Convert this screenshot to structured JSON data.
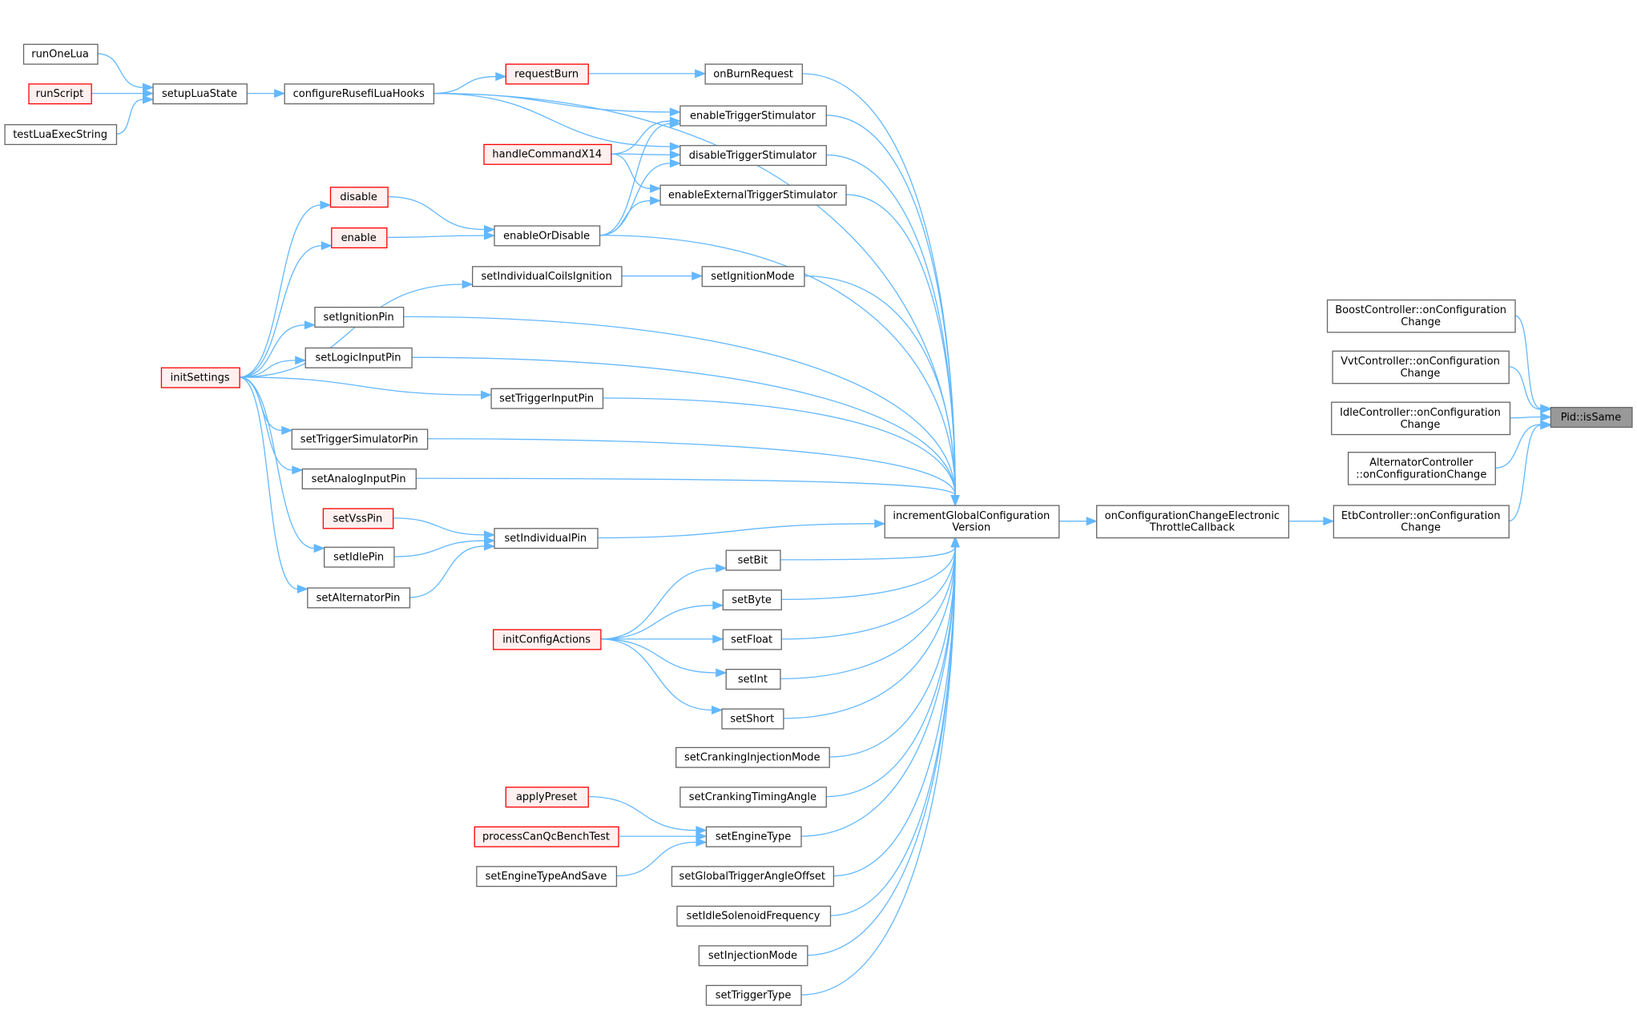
{
  "title": "Pid::isSame caller graph",
  "colors": {
    "edge": "#63b8ff",
    "red_border": "#ff0000",
    "red_fill": "#fff0f0",
    "focus_fill": "#999999",
    "border": "#666666"
  },
  "nodes": [
    {
      "id": "runOneLua",
      "label": [
        "runOneLua"
      ],
      "style": "normal"
    },
    {
      "id": "runScript",
      "label": [
        "runScript"
      ],
      "style": "red"
    },
    {
      "id": "testLuaExecString",
      "label": [
        "testLuaExecString"
      ],
      "style": "normal"
    },
    {
      "id": "setupLuaState",
      "label": [
        "setupLuaState"
      ],
      "style": "normal"
    },
    {
      "id": "configureRusefiLuaHooks",
      "label": [
        "configureRusefiLuaHooks"
      ],
      "style": "normal"
    },
    {
      "id": "requestBurn",
      "label": [
        "requestBurn"
      ],
      "style": "red"
    },
    {
      "id": "onBurnRequest",
      "label": [
        "onBurnRequest"
      ],
      "style": "normal"
    },
    {
      "id": "enableTriggerStimulator",
      "label": [
        "enableTriggerStimulator"
      ],
      "style": "normal"
    },
    {
      "id": "handleCommandX14",
      "label": [
        "handleCommandX14"
      ],
      "style": "red"
    },
    {
      "id": "disableTriggerStimulator",
      "label": [
        "disableTriggerStimulator"
      ],
      "style": "normal"
    },
    {
      "id": "enableExternalTriggerStimulator",
      "label": [
        "enableExternalTriggerStimulator"
      ],
      "style": "normal"
    },
    {
      "id": "disable",
      "label": [
        "disable"
      ],
      "style": "red"
    },
    {
      "id": "enable",
      "label": [
        "enable"
      ],
      "style": "red"
    },
    {
      "id": "enableOrDisable",
      "label": [
        "enableOrDisable"
      ],
      "style": "normal"
    },
    {
      "id": "setIndividualCoilsIgnition",
      "label": [
        "setIndividualCoilsIgnition"
      ],
      "style": "normal"
    },
    {
      "id": "setIgnitionMode",
      "label": [
        "setIgnitionMode"
      ],
      "style": "normal"
    },
    {
      "id": "setIgnitionPin",
      "label": [
        "setIgnitionPin"
      ],
      "style": "normal"
    },
    {
      "id": "setLogicInputPin",
      "label": [
        "setLogicInputPin"
      ],
      "style": "normal"
    },
    {
      "id": "initSettings",
      "label": [
        "initSettings"
      ],
      "style": "red"
    },
    {
      "id": "setTriggerInputPin",
      "label": [
        "setTriggerInputPin"
      ],
      "style": "normal"
    },
    {
      "id": "setTriggerSimulatorPin",
      "label": [
        "setTriggerSimulatorPin"
      ],
      "style": "normal"
    },
    {
      "id": "setAnalogInputPin",
      "label": [
        "setAnalogInputPin"
      ],
      "style": "normal"
    },
    {
      "id": "incrementGlobalConfigurationVersion",
      "label": [
        "incrementGlobalConfiguration",
        "Version"
      ],
      "style": "normal"
    },
    {
      "id": "setVssPin",
      "label": [
        "setVssPin"
      ],
      "style": "red"
    },
    {
      "id": "setIndividualPin",
      "label": [
        "setIndividualPin"
      ],
      "style": "normal"
    },
    {
      "id": "setIdlePin",
      "label": [
        "setIdlePin"
      ],
      "style": "normal"
    },
    {
      "id": "setBit",
      "label": [
        "setBit"
      ],
      "style": "normal"
    },
    {
      "id": "setAlternatorPin",
      "label": [
        "setAlternatorPin"
      ],
      "style": "normal"
    },
    {
      "id": "setByte",
      "label": [
        "setByte"
      ],
      "style": "normal"
    },
    {
      "id": "initConfigActions",
      "label": [
        "initConfigActions"
      ],
      "style": "red"
    },
    {
      "id": "setFloat",
      "label": [
        "setFloat"
      ],
      "style": "normal"
    },
    {
      "id": "setInt",
      "label": [
        "setInt"
      ],
      "style": "normal"
    },
    {
      "id": "setShort",
      "label": [
        "setShort"
      ],
      "style": "normal"
    },
    {
      "id": "setCrankingInjectionMode",
      "label": [
        "setCrankingInjectionMode"
      ],
      "style": "normal"
    },
    {
      "id": "setCrankingTimingAngle",
      "label": [
        "setCrankingTimingAngle"
      ],
      "style": "normal"
    },
    {
      "id": "applyPreset",
      "label": [
        "applyPreset"
      ],
      "style": "red"
    },
    {
      "id": "setEngineType",
      "label": [
        "setEngineType"
      ],
      "style": "normal"
    },
    {
      "id": "processCanQcBenchTest",
      "label": [
        "processCanQcBenchTest"
      ],
      "style": "red"
    },
    {
      "id": "setEngineTypeAndSave",
      "label": [
        "setEngineTypeAndSave"
      ],
      "style": "normal"
    },
    {
      "id": "setGlobalTriggerAngleOffset",
      "label": [
        "setGlobalTriggerAngleOffset"
      ],
      "style": "normal"
    },
    {
      "id": "setIdleSolenoidFrequency",
      "label": [
        "setIdleSolenoidFrequency"
      ],
      "style": "normal"
    },
    {
      "id": "setInjectionMode",
      "label": [
        "setInjectionMode"
      ],
      "style": "normal"
    },
    {
      "id": "setTriggerType",
      "label": [
        "setTriggerType"
      ],
      "style": "normal"
    },
    {
      "id": "onConfigurationChangeElectronicThrottleCallback",
      "label": [
        "onConfigurationChangeElectronic",
        "ThrottleCallback"
      ],
      "style": "normal"
    },
    {
      "id": "BoostController",
      "label": [
        "BoostController::onConfiguration",
        "Change"
      ],
      "style": "normal"
    },
    {
      "id": "VvtController",
      "label": [
        "VvtController::onConfiguration",
        "Change"
      ],
      "style": "normal"
    },
    {
      "id": "IdleController",
      "label": [
        "IdleController::onConfiguration",
        "Change"
      ],
      "style": "normal"
    },
    {
      "id": "AlternatorController",
      "label": [
        "AlternatorController",
        "::onConfigurationChange"
      ],
      "style": "normal"
    },
    {
      "id": "EtbController",
      "label": [
        "EtbController::onConfiguration",
        "Change"
      ],
      "style": "normal"
    },
    {
      "id": "PidIsSame",
      "label": [
        "Pid::isSame"
      ],
      "style": "focus"
    }
  ],
  "edges": [
    [
      "runOneLua",
      "setupLuaState"
    ],
    [
      "runScript",
      "setupLuaState"
    ],
    [
      "testLuaExecString",
      "setupLuaState"
    ],
    [
      "setupLuaState",
      "configureRusefiLuaHooks"
    ],
    [
      "configureRusefiLuaHooks",
      "requestBurn"
    ],
    [
      "configureRusefiLuaHooks",
      "enableTriggerStimulator"
    ],
    [
      "configureRusefiLuaHooks",
      "disableTriggerStimulator"
    ],
    [
      "configureRusefiLuaHooks",
      "incrementGlobalConfigurationVersion"
    ],
    [
      "requestBurn",
      "onBurnRequest"
    ],
    [
      "onBurnRequest",
      "incrementGlobalConfigurationVersion"
    ],
    [
      "handleCommandX14",
      "enableTriggerStimulator"
    ],
    [
      "handleCommandX14",
      "disableTriggerStimulator"
    ],
    [
      "handleCommandX14",
      "enableExternalTriggerStimulator"
    ],
    [
      "enableOrDisable",
      "enableTriggerStimulator"
    ],
    [
      "enableOrDisable",
      "disableTriggerStimulator"
    ],
    [
      "enableOrDisable",
      "enableExternalTriggerStimulator"
    ],
    [
      "enableOrDisable",
      "incrementGlobalConfigurationVersion"
    ],
    [
      "disable",
      "enableOrDisable"
    ],
    [
      "enable",
      "enableOrDisable"
    ],
    [
      "enableTriggerStimulator",
      "incrementGlobalConfigurationVersion"
    ],
    [
      "disableTriggerStimulator",
      "incrementGlobalConfigurationVersion"
    ],
    [
      "enableExternalTriggerStimulator",
      "incrementGlobalConfigurationVersion"
    ],
    [
      "initSettings",
      "disable"
    ],
    [
      "initSettings",
      "enable"
    ],
    [
      "initSettings",
      "setIndividualCoilsIgnition"
    ],
    [
      "initSettings",
      "setIgnitionPin"
    ],
    [
      "initSettings",
      "setLogicInputPin"
    ],
    [
      "initSettings",
      "setTriggerInputPin"
    ],
    [
      "initSettings",
      "setTriggerSimulatorPin"
    ],
    [
      "initSettings",
      "setAnalogInputPin"
    ],
    [
      "initSettings",
      "setIdlePin"
    ],
    [
      "initSettings",
      "setAlternatorPin"
    ],
    [
      "setIndividualCoilsIgnition",
      "setIgnitionMode"
    ],
    [
      "setIgnitionMode",
      "incrementGlobalConfigurationVersion"
    ],
    [
      "setIgnitionPin",
      "incrementGlobalConfigurationVersion"
    ],
    [
      "setLogicInputPin",
      "incrementGlobalConfigurationVersion"
    ],
    [
      "setTriggerInputPin",
      "incrementGlobalConfigurationVersion"
    ],
    [
      "setTriggerSimulatorPin",
      "incrementGlobalConfigurationVersion"
    ],
    [
      "setAnalogInputPin",
      "incrementGlobalConfigurationVersion"
    ],
    [
      "setVssPin",
      "setIndividualPin"
    ],
    [
      "setIdlePin",
      "setIndividualPin"
    ],
    [
      "setAlternatorPin",
      "setIndividualPin"
    ],
    [
      "setIndividualPin",
      "incrementGlobalConfigurationVersion"
    ],
    [
      "initConfigActions",
      "setBit"
    ],
    [
      "initConfigActions",
      "setByte"
    ],
    [
      "initConfigActions",
      "setFloat"
    ],
    [
      "initConfigActions",
      "setInt"
    ],
    [
      "initConfigActions",
      "setShort"
    ],
    [
      "setBit",
      "incrementGlobalConfigurationVersion"
    ],
    [
      "setByte",
      "incrementGlobalConfigurationVersion"
    ],
    [
      "setFloat",
      "incrementGlobalConfigurationVersion"
    ],
    [
      "setInt",
      "incrementGlobalConfigurationVersion"
    ],
    [
      "setShort",
      "incrementGlobalConfigurationVersion"
    ],
    [
      "setCrankingInjectionMode",
      "incrementGlobalConfigurationVersion"
    ],
    [
      "setCrankingTimingAngle",
      "incrementGlobalConfigurationVersion"
    ],
    [
      "applyPreset",
      "setEngineType"
    ],
    [
      "processCanQcBenchTest",
      "setEngineType"
    ],
    [
      "setEngineTypeAndSave",
      "setEngineType"
    ],
    [
      "setEngineType",
      "incrementGlobalConfigurationVersion"
    ],
    [
      "setGlobalTriggerAngleOffset",
      "incrementGlobalConfigurationVersion"
    ],
    [
      "setIdleSolenoidFrequency",
      "incrementGlobalConfigurationVersion"
    ],
    [
      "setInjectionMode",
      "incrementGlobalConfigurationVersion"
    ],
    [
      "setTriggerType",
      "incrementGlobalConfigurationVersion"
    ],
    [
      "incrementGlobalConfigurationVersion",
      "onConfigurationChangeElectronicThrottleCallback"
    ],
    [
      "onConfigurationChangeElectronicThrottleCallback",
      "EtbController"
    ],
    [
      "BoostController",
      "PidIsSame"
    ],
    [
      "VvtController",
      "PidIsSame"
    ],
    [
      "IdleController",
      "PidIsSame"
    ],
    [
      "AlternatorController",
      "PidIsSame"
    ],
    [
      "EtbController",
      "PidIsSame"
    ]
  ]
}
